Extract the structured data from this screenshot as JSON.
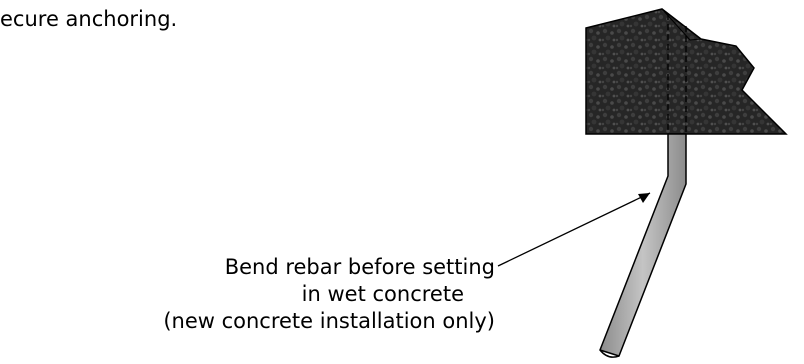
{
  "intro": {
    "text": "ecure anchoring."
  },
  "callout": {
    "line1": "Bend rebar before setting",
    "line2": "in wet concrete",
    "line3": "(new concrete installation only)"
  },
  "colors": {
    "concrete": "#2a2a2a",
    "rebar_fill": "#a9a9a9",
    "outline": "#000000"
  }
}
